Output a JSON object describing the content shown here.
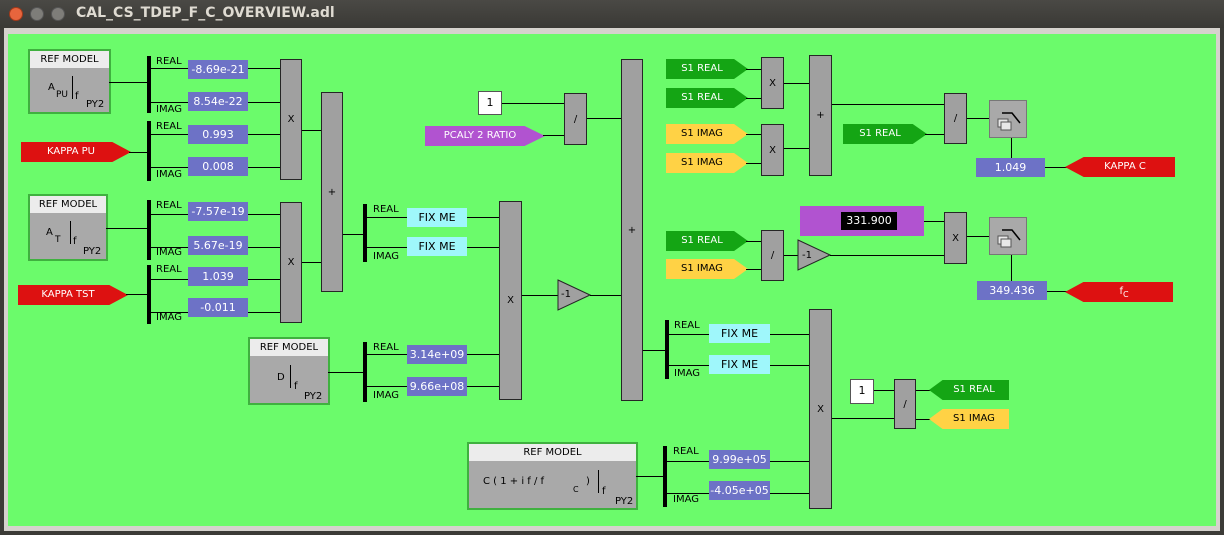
{
  "window": {
    "title": "CAL_CS_TDEP_F_C_OVERVIEW.adl"
  },
  "labels": {
    "ref_model": "REF MODEL",
    "real": "REAL",
    "imag": "IMAG"
  },
  "ref_models": {
    "a_pu": {
      "main": "A",
      "sub": "PU",
      "f": "f",
      "py": "PY2"
    },
    "a_t": {
      "main": "A",
      "sub": "T",
      "f": "f",
      "py": "PY2"
    },
    "d": {
      "main": "D",
      "f": "f",
      "py": "PY2"
    },
    "c": {
      "main": "C ( 1 + i f / f",
      "sub": "C",
      "close": ")",
      "f": "f",
      "py": "PY2"
    }
  },
  "values": {
    "a_pu_real": "-8.69e-21",
    "a_pu_imag": "8.54e-22",
    "kappa_pu_real": "0.993",
    "kappa_pu_imag": "0.008",
    "a_t_real": "-7.57e-19",
    "a_t_imag": "5.67e-19",
    "kappa_tst_real": "1.039",
    "kappa_tst_imag": "-0.011",
    "d_real": "3.14e+09",
    "d_imag": "9.66e+08",
    "c_real": "9.99e+05",
    "c_imag": "-4.05e+05",
    "kappa_c": "1.049",
    "f_c": "349.436",
    "f_c_input": "331.900"
  },
  "fix_me": "FIX ME",
  "ops": {
    "mult": "X",
    "plus": "+",
    "div": "/",
    "neg": "-1"
  },
  "constants": {
    "one": "1"
  },
  "signals": {
    "kappa_pu": "KAPPA PU",
    "kappa_tst": "KAPPA TST",
    "pcaly_ratio": "PCALY 2 RATIO",
    "s1_real": "S1 REAL",
    "s1_imag": "S1 IMAG",
    "kappa_c": "KAPPA C",
    "f_c": "f",
    "f_c_sub": "C"
  },
  "colors": {
    "background": "#6bfb6b",
    "value_bg": "#6d72c6",
    "fix_me_bg": "#9ff7fb",
    "calc_bg": "#a0a0a0",
    "green_signal": "#14a514",
    "yellow_signal": "#ffd245",
    "red_signal": "#dd1111",
    "purple_signal": "#b153d0"
  },
  "icons": [
    "window-close-icon",
    "window-minimize-icon",
    "window-maximize-icon",
    "filter-icon"
  ]
}
